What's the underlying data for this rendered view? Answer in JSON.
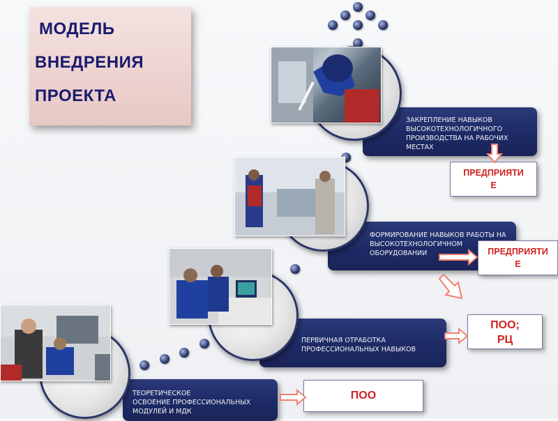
{
  "title": {
    "line1": "МОДЕЛЬ",
    "line2": "ВНЕДРЕНИЯ",
    "line3": "ПРОЕКТА"
  },
  "steps": [
    {
      "line1": "ТЕОРЕТИЧЕСКОЕ",
      "line2": "ОСВОЕНИЕ ПРОФЕССИОНАЛЬНЫХ",
      "line3": "МОДУЛЕЙ И МДК"
    },
    {
      "line1": "ПЕРВИЧНАЯ ОТРАБОТКА",
      "line2": "ПРОФЕССИОНАЛЬНЫХ НАВЫКОВ"
    },
    {
      "line1": "ФОРМИРОВАНИЕ НАВЫКОВ РАБОТЫ НА",
      "line2": "ВЫСОКОТЕХНОЛОГИЧНОМ",
      "line3": "ОБОРУДОВАНИИ"
    },
    {
      "line1": "ЗАКРЕПЛЕНИЕ НАВЫКОВ",
      "line2": "ВЫСОКОТЕХНОЛОГИЧНОГО",
      "line3": "ПРОИЗВОДСТВА НА РАБОЧИХ",
      "line4": "МЕСТАХ"
    }
  ],
  "badges": {
    "poo": "ПОО",
    "poo_rc_line1": "ПОО;",
    "poo_rc_line2": "РЦ",
    "enterprise_mid_line1": "ПРЕДПРИЯТИ",
    "enterprise_mid_line2": "Е",
    "enterprise_top_line1": "ПРЕДПРИЯТИ",
    "enterprise_top_line2": "Е"
  },
  "colors": {
    "bar": "#1d2a66",
    "title_text": "#1a1a6e",
    "badge_text": "#d02020",
    "arrow": "#f08070"
  }
}
